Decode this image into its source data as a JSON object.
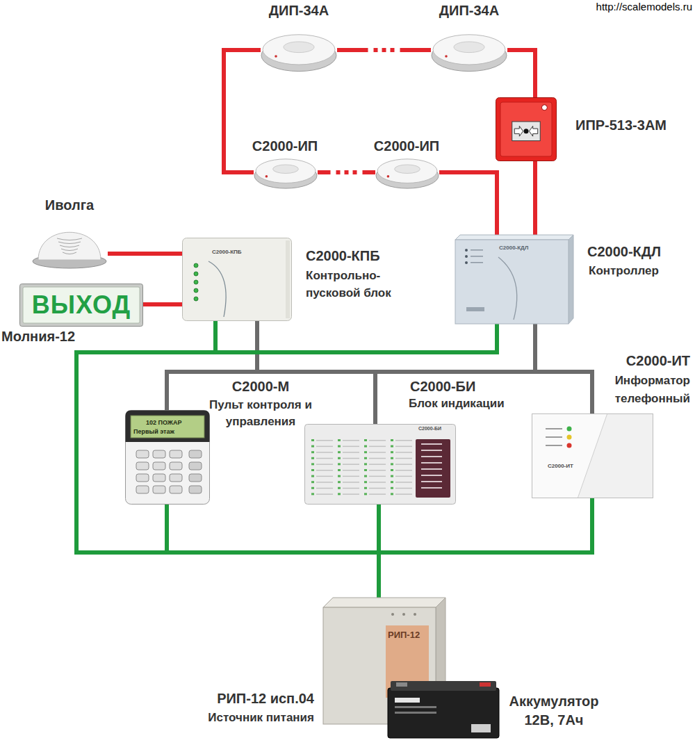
{
  "diagram": {
    "nodes": [
      {
        "text": [
          "ДИП-34А"
        ]
      },
      {
        "text": [
          "ДИП-34А"
        ]
      },
      {
        "text": [
          "ИПР-513-3АМ"
        ]
      },
      {
        "text": [
          "С2000-ИП"
        ]
      },
      {
        "text": [
          "С2000-ИП"
        ]
      },
      {
        "text": [
          "Иволга"
        ]
      },
      {
        "text": [
          "С2000-КПБ",
          "Контрольно-пусковой блок"
        ]
      },
      {
        "text": [
          "С2000-КДЛ",
          "Контроллер"
        ]
      },
      {
        "text": [
          "ВЫХОД",
          "Молния-12"
        ]
      },
      {
        "text": [
          "С2000-ИТ",
          "Информатор телефонный"
        ]
      },
      {
        "text": [
          "С2000-М",
          "Пульт контроля и управления"
        ]
      },
      {
        "text": [
          "С2000-БИ",
          "Блок индикации"
        ]
      },
      {
        "text": [
          "РИП-12 исп.04",
          "Источник питания"
        ]
      },
      {
        "text": [
          "Аккумулятор 12В, 7Ач"
        ]
      }
    ],
    "edges": [
      {
        "from": 7,
        "to": 2,
        "arrow": "none"
      },
      {
        "from": 2,
        "to": 1,
        "arrow": "none"
      },
      {
        "from": 1,
        "to": 0,
        "arrow": "none"
      },
      {
        "from": 0,
        "to": 3,
        "arrow": "none"
      },
      {
        "from": 3,
        "to": 4,
        "arrow": "none"
      },
      {
        "from": 4,
        "to": 7,
        "arrow": "none"
      },
      {
        "from": 5,
        "to": 6,
        "arrow": "none"
      },
      {
        "from": 8,
        "to": 6,
        "arrow": "none"
      },
      {
        "from": 6,
        "to": 10,
        "arrow": "none"
      },
      {
        "from": 6,
        "to": 11,
        "arrow": "none"
      },
      {
        "from": 6,
        "to": 9,
        "arrow": "none"
      },
      {
        "from": 7,
        "to": 10,
        "arrow": "none"
      },
      {
        "from": 7,
        "to": 11,
        "arrow": "none"
      },
      {
        "from": 7,
        "to": 9,
        "arrow": "none"
      },
      {
        "from": 12,
        "to": 6,
        "arrow": "none"
      },
      {
        "from": 12,
        "to": 7,
        "arrow": "none"
      },
      {
        "from": 12,
        "to": 10,
        "arrow": "none"
      },
      {
        "from": 12,
        "to": 11,
        "arrow": "none"
      },
      {
        "from": 12,
        "to": 9,
        "arrow": "none"
      }
    ],
    "labels": [
      "http://scalemodels.ru",
      "С2000-КПБ",
      "С2000-КДЛ",
      "102 ПОЖАР",
      "Первый этаж",
      "С2000-БИ",
      "С2000-ИТ",
      "РИП-12"
    ]
  }
}
